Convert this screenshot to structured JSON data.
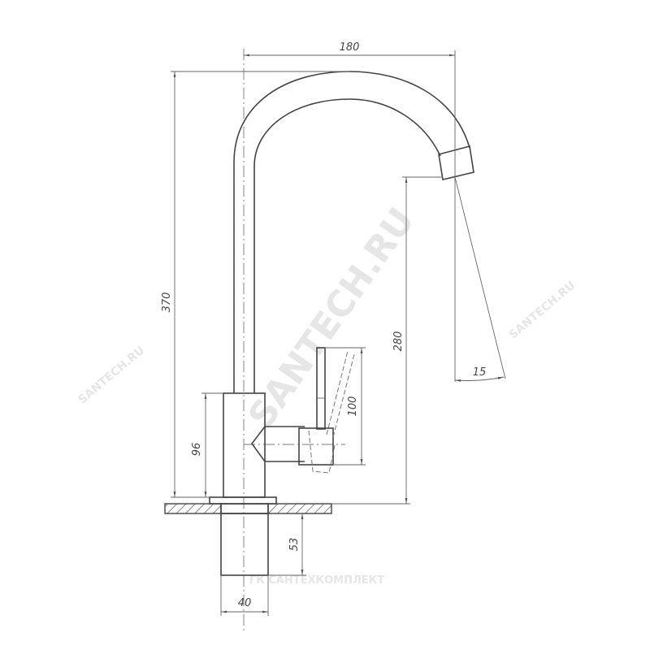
{
  "drawing": {
    "title": "Faucet dimensional drawing",
    "dimensions": {
      "spout_reach": "180",
      "total_height": "370",
      "spout_outlet_height": "280",
      "spout_angle": "15",
      "lever_height": "100",
      "body_height": "96",
      "shank_length": "53",
      "shank_diameter": "40"
    },
    "watermarks": {
      "main": "SANTECH.RU",
      "left": "SANTECH.RU",
      "right": "SANTECH.RU",
      "bottom": "ГК САНТЕХКОМПЛЕКТ"
    }
  }
}
